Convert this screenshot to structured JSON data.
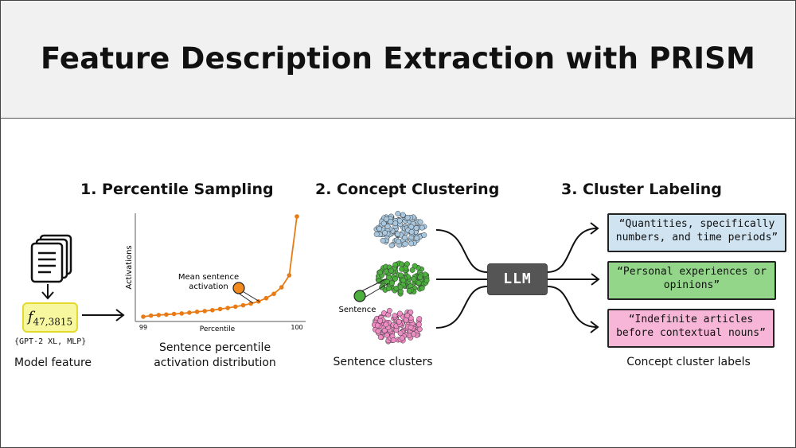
{
  "title": "Feature Description Extraction with PRISM",
  "steps": [
    "1. Percentile Sampling",
    "2. Concept Clustering",
    "3. Cluster Labeling"
  ],
  "model_feature": {
    "symbol": "f",
    "subscript": "47,3815",
    "tag": "{GPT-2 XL, MLP}",
    "caption": "Model feature",
    "icon": "document-stack-icon"
  },
  "chart": {
    "ylabel": "Activations",
    "xlabel": "Percentile",
    "tick_start": "99",
    "tick_end": "100",
    "annotation_line1": "Mean sentence",
    "annotation_line2": "activation",
    "caption_line1": "Sentence percentile",
    "caption_line2": "activation distribution"
  },
  "chart_data": {
    "type": "line",
    "xlabel": "Percentile",
    "ylabel": "Activations",
    "x_ticks": [
      "99",
      "100"
    ],
    "xlim": [
      99,
      100
    ],
    "series": [
      {
        "x": [
          99.0,
          99.05,
          99.1,
          99.15,
          99.2,
          99.25,
          99.3,
          99.35,
          99.4,
          99.45,
          99.5,
          99.55,
          99.6,
          99.65,
          99.7,
          99.75,
          99.8,
          99.85,
          99.9,
          99.95,
          100.0
        ],
        "values": [
          0.0,
          0.01,
          0.015,
          0.02,
          0.025,
          0.03,
          0.037,
          0.045,
          0.052,
          0.06,
          0.07,
          0.08,
          0.092,
          0.105,
          0.12,
          0.14,
          0.17,
          0.21,
          0.27,
          0.38,
          0.92
        ],
        "color": "#e87b14"
      }
    ],
    "highlight": {
      "x": 99.63,
      "value": 0.29,
      "label": "Mean sentence activation",
      "color": "#f28a1c"
    }
  },
  "clusters": {
    "point_label": "Sentence",
    "caption": "Sentence clusters",
    "colors": [
      "#a9c8df",
      "#4caf3e",
      "#ee8cc4"
    ]
  },
  "llm": {
    "label": "LLM"
  },
  "labels": [
    {
      "line1": "“Quantities, specifically",
      "line2": "numbers, and time periods”",
      "color": "#cfe3f1"
    },
    {
      "line1": "“Personal experiences or",
      "line2": "opinions”",
      "color": "#93d68a"
    },
    {
      "line1": "“Indefinite articles",
      "line2": "before contextual nouns”",
      "color": "#f7b6d8"
    }
  ],
  "labels_caption": "Concept cluster labels"
}
